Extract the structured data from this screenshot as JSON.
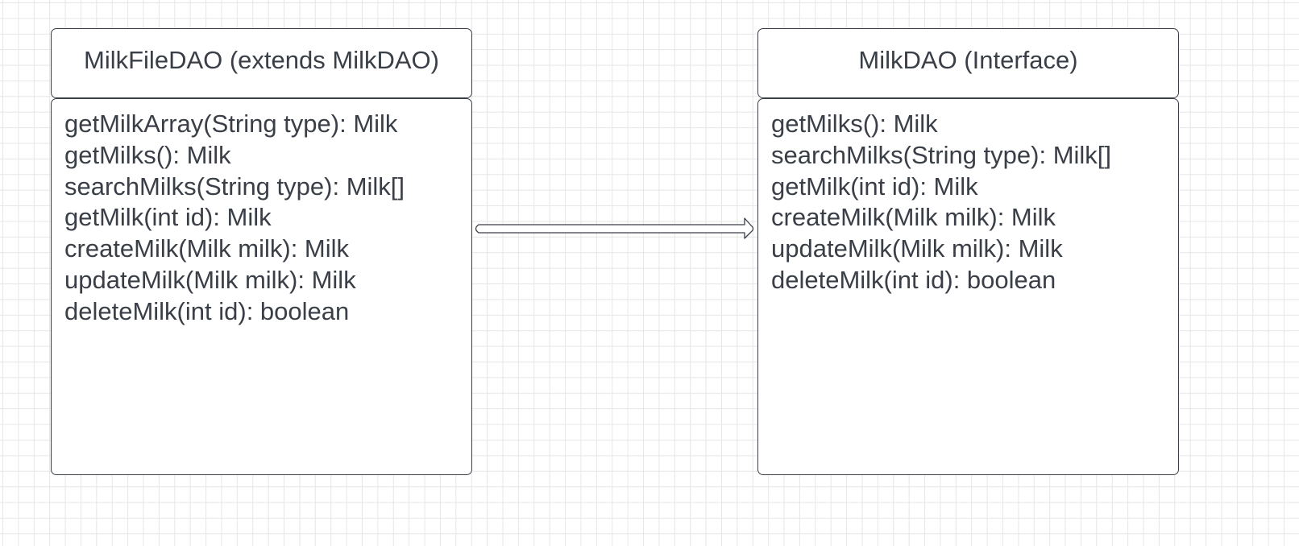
{
  "classes": [
    {
      "title": "MilkFileDAO (extends MilkDAO)",
      "methods": [
        "getMilkArray(String type): Milk",
        "getMilks(): Milk",
        "searchMilks(String type): Milk[]",
        "getMilk(int id): Milk",
        "createMilk(Milk milk): Milk",
        "updateMilk(Milk milk): Milk",
        "deleteMilk(int id): boolean"
      ]
    },
    {
      "title": "MilkDAO (Interface)",
      "methods": [
        "getMilks(): Milk",
        "searchMilks(String type): Milk[]",
        "getMilk(int id): Milk",
        "createMilk(Milk milk): Milk",
        "updateMilk(Milk milk): Milk",
        "deleteMilk(int id): boolean"
      ]
    }
  ]
}
